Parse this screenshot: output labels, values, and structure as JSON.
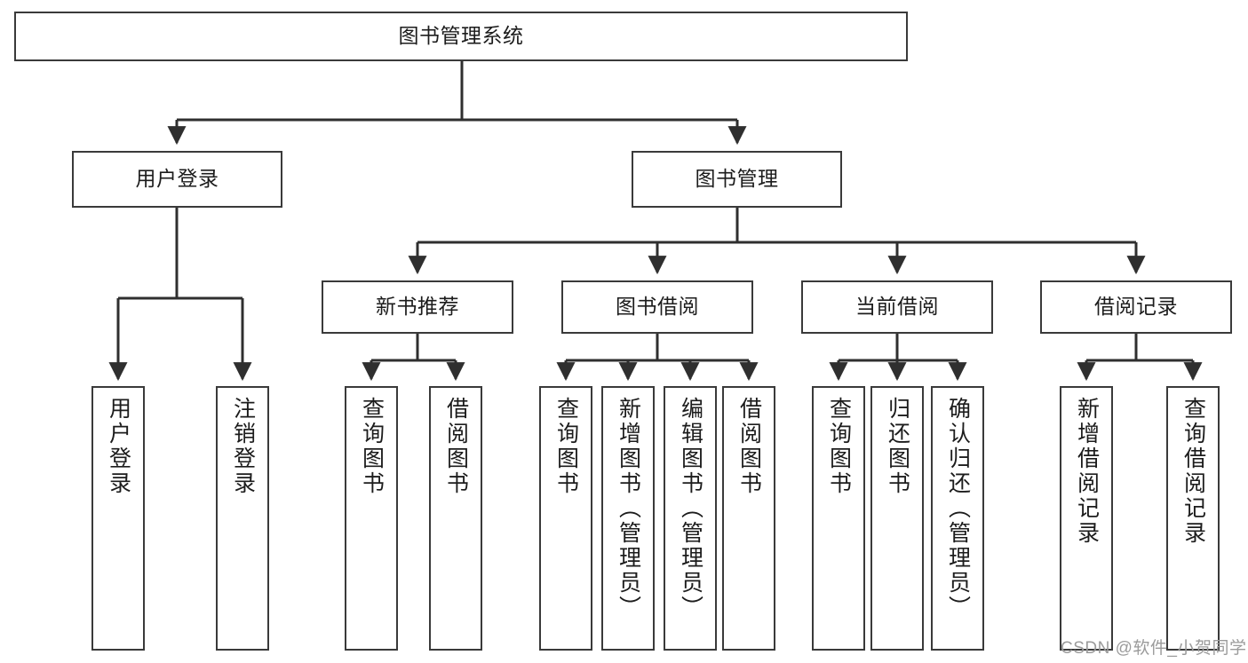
{
  "diagram": {
    "title": "图书管理系统",
    "type": "tree-hierarchy-diagram",
    "style": {
      "border_color": "#3a3a3a",
      "fill_color": "#ffffff",
      "text_color": "#1c1c1c",
      "edge_color": "#2f2f2f",
      "watermark_color": "#9b9b9b"
    },
    "levels": {
      "root": {
        "label": "图书管理系统"
      },
      "level2": [
        {
          "label": "用户登录"
        },
        {
          "label": "图书管理"
        }
      ],
      "level3": [
        {
          "label": "新书推荐"
        },
        {
          "label": "图书借阅"
        },
        {
          "label": "当前借阅"
        },
        {
          "label": "借阅记录"
        }
      ],
      "level4": {
        "user_login_children": [
          {
            "label": "用户登录"
          },
          {
            "label": "注销登录"
          }
        ],
        "new_book_children": [
          {
            "label": "查询图书"
          },
          {
            "label": "借阅图书"
          }
        ],
        "book_borrow_children": [
          {
            "label": "查询图书"
          },
          {
            "label": "新增图书（管理员）"
          },
          {
            "label": "编辑图书（管理员）"
          },
          {
            "label": "借阅图书"
          }
        ],
        "current_borrow_children": [
          {
            "label": "查询图书"
          },
          {
            "label": "归还图书"
          },
          {
            "label": "确认归还（管理员）"
          }
        ],
        "borrow_record_children": [
          {
            "label": "新增借阅记录"
          },
          {
            "label": "查询借阅记录"
          }
        ]
      }
    },
    "watermark": "CSDN @软件_小贺同学"
  }
}
